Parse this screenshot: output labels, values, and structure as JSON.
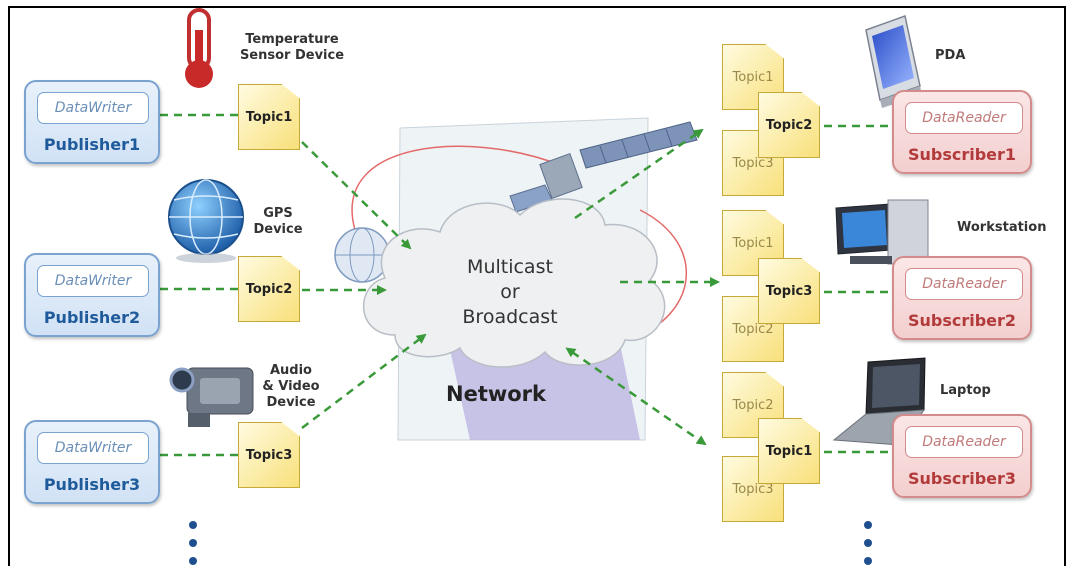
{
  "publishers": [
    {
      "writer": "DataWriter",
      "name": "Publisher1"
    },
    {
      "writer": "DataWriter",
      "name": "Publisher2"
    },
    {
      "writer": "DataWriter",
      "name": "Publisher3"
    }
  ],
  "subscribers": [
    {
      "reader": "DataReader",
      "name": "Subscriber1"
    },
    {
      "reader": "DataReader",
      "name": "Subscriber2"
    },
    {
      "reader": "DataReader",
      "name": "Subscriber3"
    }
  ],
  "publisher_topics": [
    "Topic1",
    "Topic2",
    "Topic3"
  ],
  "publisher_devices": {
    "temperature": [
      "Temperature",
      "Sensor Device"
    ],
    "gps": [
      "GPS",
      "Device"
    ],
    "audio_video": [
      "Audio",
      "& Video",
      "Device"
    ]
  },
  "subscriber_devices": {
    "pda": "PDA",
    "workstation": "Workstation",
    "laptop": "Laptop"
  },
  "subscriber_topic_stacks": [
    [
      "Topic1",
      "Topic2",
      "Topic3"
    ],
    [
      "Topic1",
      "Topic3",
      "Topic2"
    ],
    [
      "Topic2",
      "Topic1",
      "Topic3"
    ]
  ],
  "cloud": {
    "line1": "Multicast",
    "line2": "or",
    "line3": "Broadcast"
  },
  "network_label": "Network",
  "colors": {
    "arrow": "#3a9a3a",
    "publisher": "#1f5a9a",
    "subscriber": "#b23a3a"
  }
}
